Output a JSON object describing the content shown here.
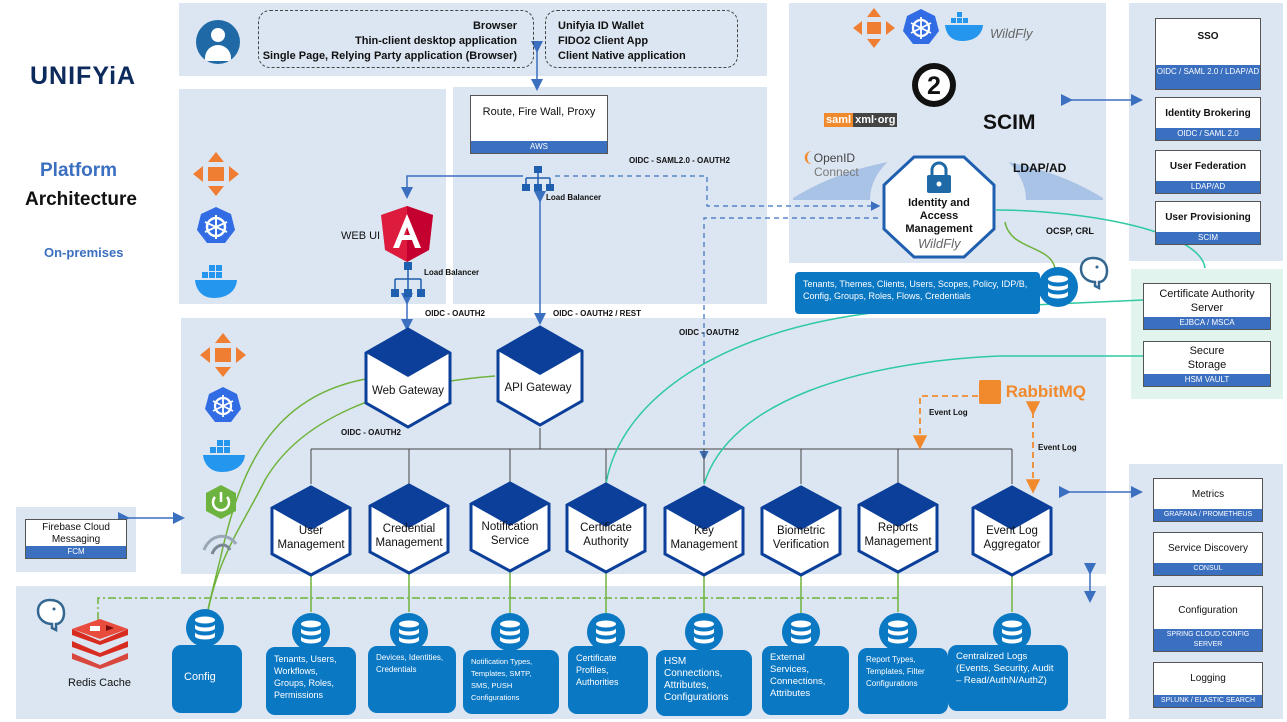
{
  "logo": "UNIFYiA",
  "page_title": {
    "line1": "Platform",
    "line2": "Architecture",
    "deployment": "On-premises"
  },
  "clients": {
    "group1": [
      "Browser",
      "Thin-client desktop application",
      "Single Page, Relying Party application (Browser)"
    ],
    "group2": [
      "Unifyia ID Wallet",
      "FIDO2 Client App",
      "Client Native application"
    ]
  },
  "proxy": {
    "title": "Route, Fire Wall, Proxy",
    "bar": "AWS"
  },
  "load_balancer": "Load Balancer",
  "web_ui": "WEB UI",
  "connections": {
    "oidc_saml_oauth": "OIDC - SAML2.0 - OAUTH2",
    "oidc_oauth2": "OIDC - OAUTH2",
    "oidc_oauth2_rest": "OIDC - OAUTH2 / REST",
    "ocsp": "OCSP, CRL",
    "event_log": "Event Log"
  },
  "iam": {
    "title": "Identity and Access Management",
    "logos": {
      "saml": "saml",
      "xml": "xml·org",
      "openid": "OpenID",
      "connect": "Connect",
      "scim": "SCIM",
      "ldap": "LDAP/AD",
      "oauth_number": "2",
      "wildfly": "WildFly"
    },
    "store": "Tenants, Themes, Clients,  Users, Scopes, Policy, IDP/B, Config, Groups, Roles, Flows, Credentials"
  },
  "gateways": {
    "web": "Web Gateway",
    "api": "API Gateway"
  },
  "rabbitmq": "RabbitMQ",
  "right_top": [
    {
      "title": "SSO",
      "bar": "OIDC / SAML 2.0 / LDAP/AD"
    },
    {
      "title": "Identity Brokering",
      "bar": "OIDC / SAML 2.0"
    },
    {
      "title": "User Federation",
      "bar": "LDAP/AD"
    },
    {
      "title": "User Provisioning",
      "bar": "SCIM"
    }
  ],
  "right_mid": [
    {
      "title": "Certificate Authority Server",
      "bar": "EJBCA / MSCA"
    },
    {
      "title": "Secure Storage",
      "bar": "HSM VAULT"
    }
  ],
  "right_bottom": [
    {
      "title": "Metrics",
      "bar": "GRAFANA / PROMETHEUS"
    },
    {
      "title": "Service Discovery",
      "bar": "CONSUL"
    },
    {
      "title": "Configuration",
      "bar": "SPRING CLOUD CONFIG SERVER"
    },
    {
      "title": "Logging",
      "bar": "SPLUNK / ELASTIC SEARCH"
    }
  ],
  "firebase": {
    "title": "Firebase Cloud Messaging",
    "bar": "FCM"
  },
  "services": [
    "User Management",
    "Credential Management",
    "Notification Service",
    "Certificate Authority",
    "Key Management",
    "Biometric Verification",
    "Reports Management",
    "Event Log Aggregator"
  ],
  "redis": "Redis Cache",
  "data_stores": [
    "Config",
    "Tenants, Users, Workflows, Groups, Roles, Permissions",
    "Devices, Identities, Credentials",
    "Notification Types, Templates, SMTP, SMS, PUSH Configurations",
    "Certificate Profiles, Authorities",
    "HSM Connections, Attributes, Configurations",
    "External Services, Connections, Attributes",
    "Report Types, Templates, Filter Configurations",
    "Centralized Logs (Events, Security, Audit – Read/AuthN/AuthZ)"
  ],
  "icons": [
    "user-avatar-icon",
    "network-icon",
    "kubernetes-icon",
    "docker-icon",
    "spring-icon",
    "jenkins-icon",
    "postgres-icon",
    "database-icon",
    "angular-icon",
    "lock-icon",
    "redis-icon"
  ],
  "colors": {
    "panel": "#dce6f2",
    "accent_blue": "#3b6fc0",
    "hex_blue": "#0b3f9a",
    "store_blue": "#0b78c4",
    "green": "#6fb33c",
    "teal": "#2fc9a3",
    "orange": "#f08a2d"
  }
}
